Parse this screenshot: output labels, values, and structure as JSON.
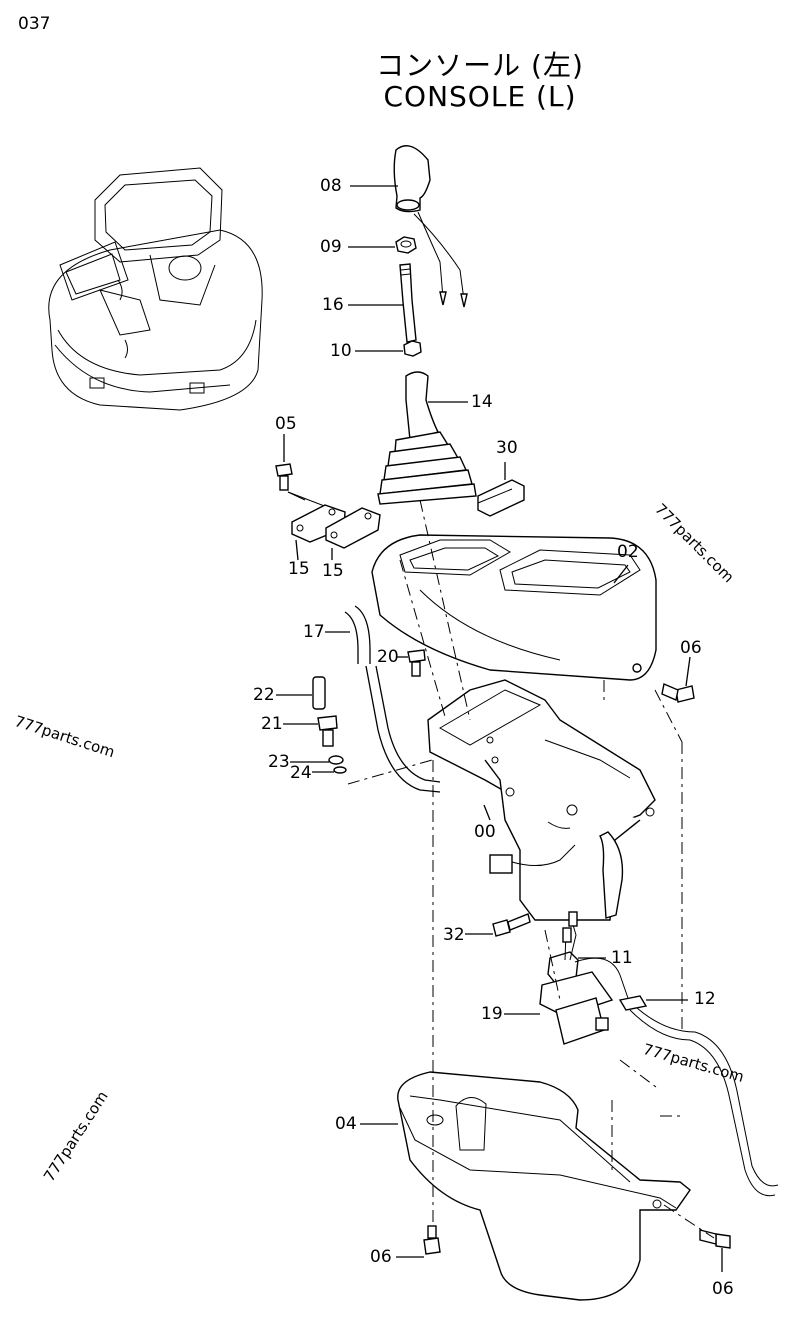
{
  "page_number": "037",
  "title_jp": "コンソール (左)",
  "title_en": "CONSOLE (L)",
  "watermark": "777parts.com",
  "labels": {
    "p08": "08",
    "p09": "09",
    "p16": "16",
    "p10": "10",
    "p14": "14",
    "p05": "05",
    "p30": "30",
    "p15a": "15",
    "p15b": "15",
    "p02": "02",
    "p17": "17",
    "p20": "20",
    "p06a": "06",
    "p22": "22",
    "p21": "21",
    "p23": "23",
    "p24": "24",
    "p00": "00",
    "p32": "32",
    "p11": "11",
    "p12": "12",
    "p19": "19",
    "p04": "04",
    "p06b": "06",
    "p06c": "06"
  }
}
